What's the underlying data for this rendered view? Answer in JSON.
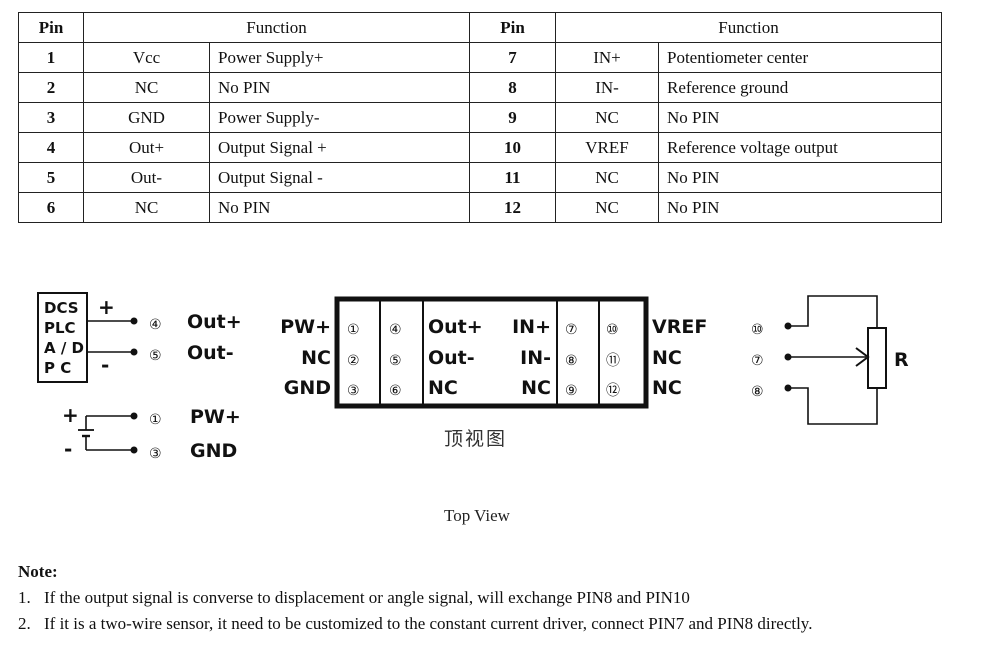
{
  "table": {
    "headers": {
      "pin": "Pin",
      "function": "Function"
    },
    "rows": [
      {
        "left": {
          "pin": "1",
          "signal": "Vcc",
          "function": "Power Supply+"
        },
        "right": {
          "pin": "7",
          "signal": "IN+",
          "function": "Potentiometer center"
        }
      },
      {
        "left": {
          "pin": "2",
          "signal": "NC",
          "function": "No PIN"
        },
        "right": {
          "pin": "8",
          "signal": "IN-",
          "function": "Reference ground"
        }
      },
      {
        "left": {
          "pin": "3",
          "signal": "GND",
          "function": "Power Supply-"
        },
        "right": {
          "pin": "9",
          "signal": "NC",
          "function": "No PIN"
        }
      },
      {
        "left": {
          "pin": "4",
          "signal": "Out+",
          "function": "Output Signal +"
        },
        "right": {
          "pin": "10",
          "signal": "VREF",
          "function": "Reference voltage output"
        }
      },
      {
        "left": {
          "pin": "5",
          "signal": "Out-",
          "function": "Output Signal -"
        },
        "right": {
          "pin": "11",
          "signal": "NC",
          "function": "No PIN"
        }
      },
      {
        "left": {
          "pin": "6",
          "signal": "NC",
          "function": "No PIN"
        },
        "right": {
          "pin": "12",
          "signal": "NC",
          "function": "No PIN"
        }
      }
    ]
  },
  "output_wiring": {
    "device_box": [
      "DCS",
      "PLC",
      "A / D",
      "P C"
    ],
    "plus_sign": "+",
    "minus_sign": "-",
    "pins": [
      "④",
      "⑤"
    ],
    "labels": [
      "Out+",
      "Out-"
    ]
  },
  "power_wiring": {
    "plus_sign": "+",
    "minus_sign": "-",
    "pins": [
      "①",
      "③"
    ],
    "labels": [
      "PW+",
      "GND"
    ]
  },
  "module": {
    "left_labels": [
      "PW+",
      "NC",
      "GND"
    ],
    "col1_pins": [
      "①",
      "②",
      "③"
    ],
    "col2_pins": [
      "④",
      "⑤",
      "⑥"
    ],
    "mid_left_labels": [
      "Out+",
      "Out-",
      "NC"
    ],
    "mid_right_labels": [
      "IN+",
      "IN-",
      "NC"
    ],
    "col3_pins": [
      "⑦",
      "⑧",
      "⑨"
    ],
    "col4_pins": [
      "⑩",
      "⑪",
      "⑫"
    ],
    "right_labels": [
      "VREF",
      "NC",
      "NC"
    ],
    "chinese_caption": "顶视图",
    "caption": "Top View"
  },
  "potentiometer": {
    "pins": [
      "⑩",
      "⑦",
      "⑧"
    ],
    "label": "R"
  },
  "notes": {
    "title": "Note:",
    "items": [
      {
        "num": "1.",
        "text": "If the output signal is converse to displacement or angle signal, will exchange PIN8 and PIN10"
      },
      {
        "num": "2.",
        "text": "If it is a two-wire sensor, it need to be customized to the constant current driver, connect PIN7 and PIN8 directly."
      }
    ]
  }
}
